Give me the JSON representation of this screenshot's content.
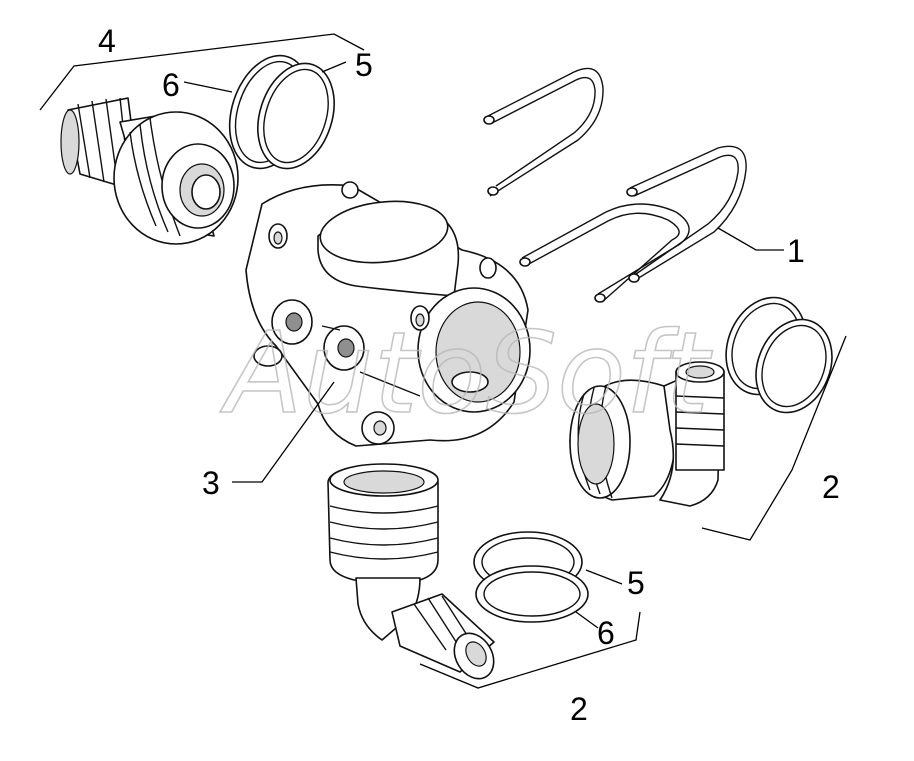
{
  "diagram": {
    "callouts": {
      "c1": "1",
      "c2_right": "2",
      "c2_bottom": "2",
      "c3": "3",
      "c4": "4",
      "c5_top": "5",
      "c5_bottom": "5",
      "c6_top": "6",
      "c6_bottom": "6"
    },
    "watermark": "AutoSoft"
  }
}
